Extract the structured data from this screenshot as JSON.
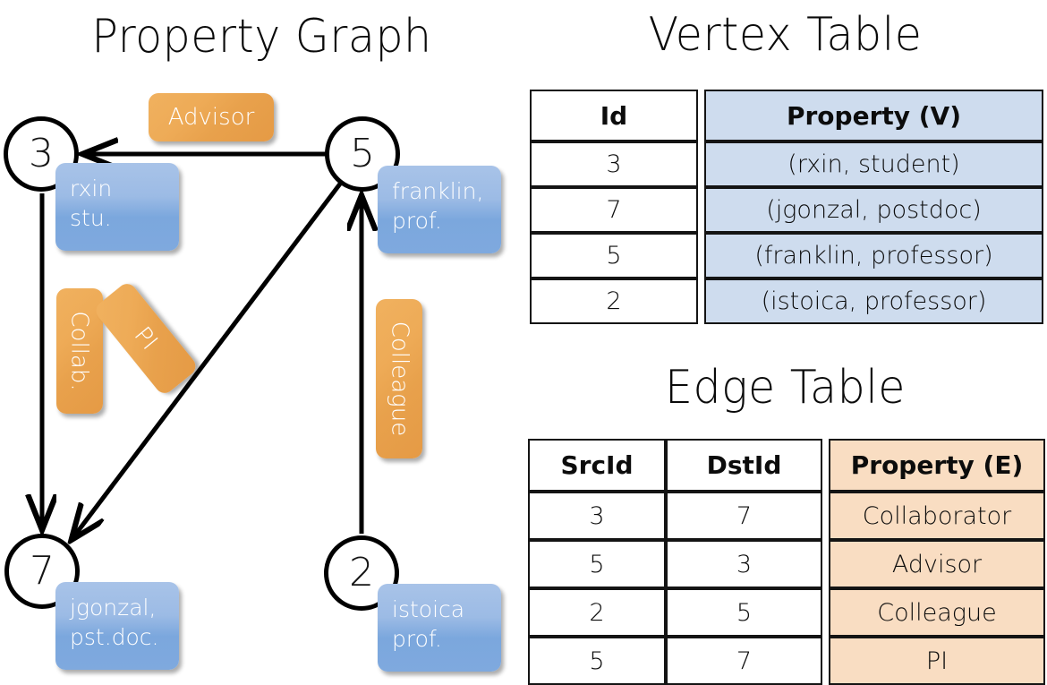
{
  "titles": {
    "property_graph": "Property Graph",
    "vertex_table": "Vertex Table",
    "edge_table": "Edge Table"
  },
  "graph": {
    "nodes": [
      {
        "id": "3",
        "property": "rxin\nstu."
      },
      {
        "id": "5",
        "property": "franklin,\nprof."
      },
      {
        "id": "7",
        "property": "jgonzal,\npst.doc."
      },
      {
        "id": "2",
        "property": "istoica\nprof."
      }
    ],
    "node_labels": {
      "n3": "3",
      "n5": "5",
      "n7": "7",
      "n2": "2"
    },
    "property_boxes": {
      "rxin_line1": "rxin",
      "rxin_line2": "stu.",
      "franklin_line1": "franklin,",
      "franklin_line2": "prof.",
      "jgonzal_line1": "jgonzal,",
      "jgonzal_line2": "pst.doc.",
      "istoica_line1": "istoica",
      "istoica_line2": "prof."
    },
    "edge_labels": {
      "advisor": "Advisor",
      "collab": "Collab.",
      "pi": "PI",
      "colleague": "Colleague"
    },
    "edges": [
      {
        "src": "5",
        "dst": "3",
        "label": "Advisor"
      },
      {
        "src": "3",
        "dst": "7",
        "label": "Collab."
      },
      {
        "src": "5",
        "dst": "7",
        "label": "PI"
      },
      {
        "src": "2",
        "dst": "5",
        "label": "Colleague"
      }
    ]
  },
  "vertex_table": {
    "columns": [
      "Id",
      "Property (V)"
    ],
    "rows": [
      {
        "id": "3",
        "property": "(rxin, student)"
      },
      {
        "id": "7",
        "property": "(jgonzal, postdoc)"
      },
      {
        "id": "5",
        "property": "(franklin, professor)"
      },
      {
        "id": "2",
        "property": "(istoica, professor)"
      }
    ]
  },
  "edge_table": {
    "columns": [
      "SrcId",
      "DstId",
      "Property (E)"
    ],
    "rows": [
      {
        "src": "3",
        "dst": "7",
        "property": "Collaborator"
      },
      {
        "src": "5",
        "dst": "3",
        "property": "Advisor"
      },
      {
        "src": "2",
        "dst": "5",
        "property": "Colleague"
      },
      {
        "src": "5",
        "dst": "7",
        "property": "PI"
      }
    ]
  },
  "colors": {
    "vertex_box_fill": "#9cbbe5",
    "edge_box_fill": "#eeab57",
    "vertex_cell_fill": "#cedcee",
    "edge_cell_fill": "#f9ddc2",
    "stroke": "#141414",
    "background": "#ffffff"
  }
}
